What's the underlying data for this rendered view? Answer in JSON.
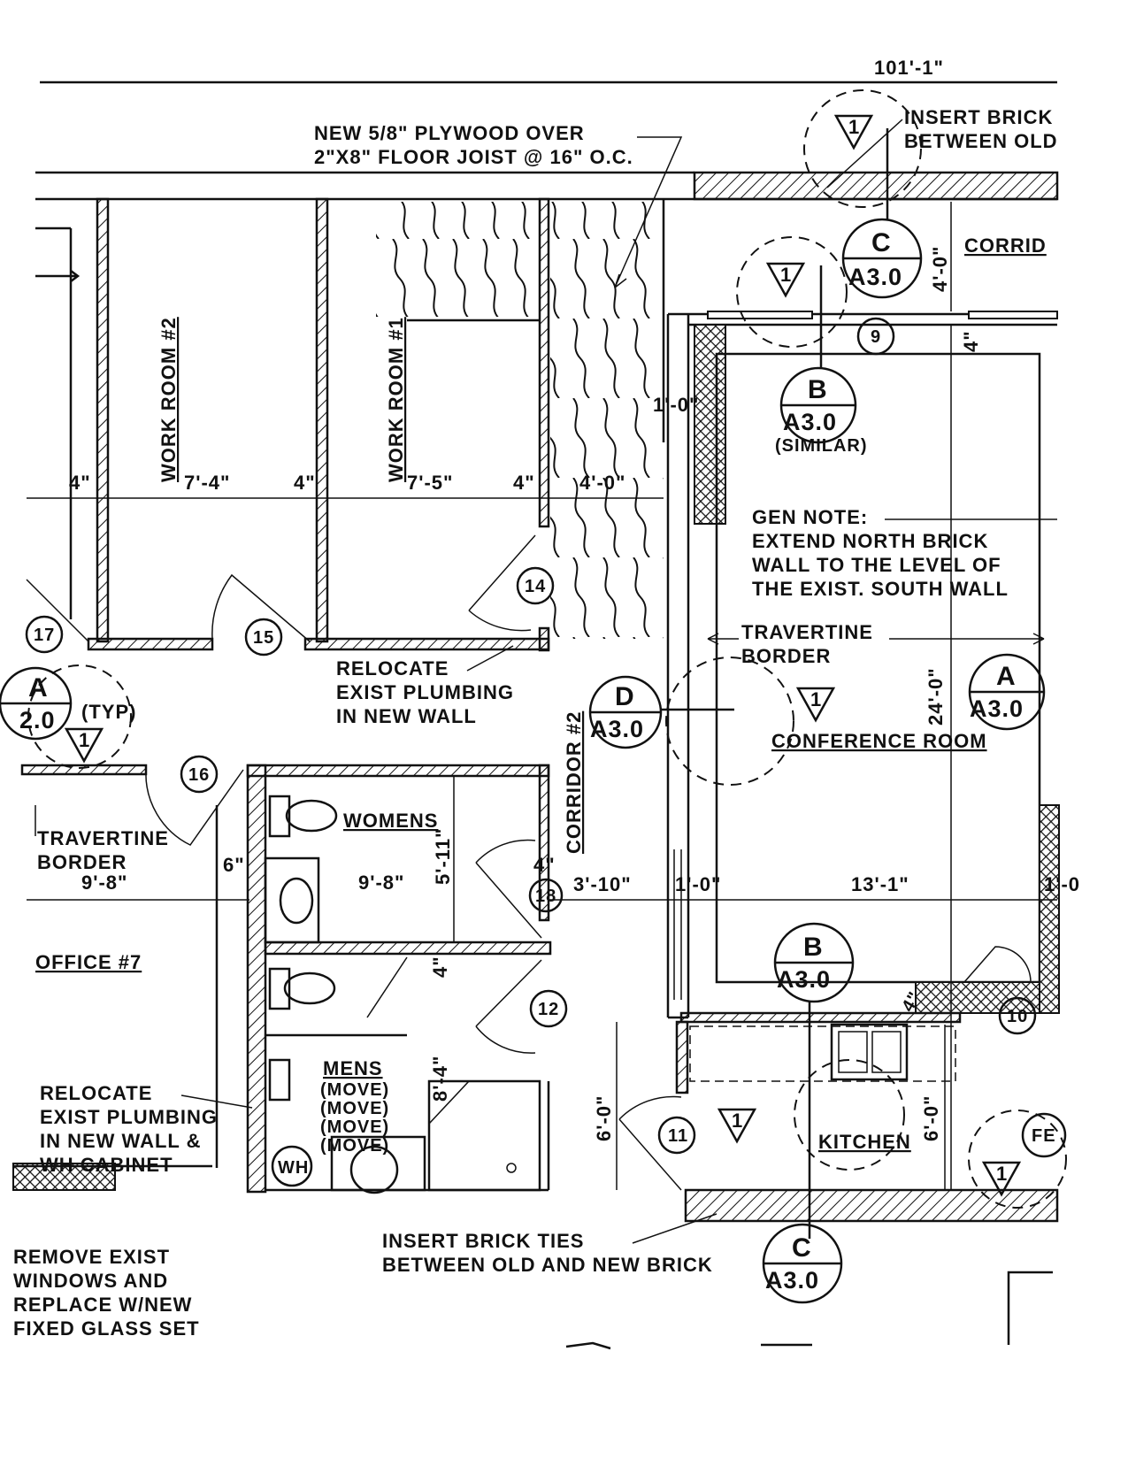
{
  "title_dimension": "101'-1\"",
  "notes": {
    "plywood": [
      "NEW 5/8\" PLYWOOD OVER",
      "2\"X8\" FLOOR JOIST @ 16\" O.C."
    ],
    "insert_brick_top": [
      "INSERT BRICK",
      "BETWEEN OLD"
    ],
    "gen_note": [
      "GEN NOTE:",
      "EXTEND NORTH BRICK",
      "WALL TO THE LEVEL OF",
      "THE EXIST. SOUTH WALL"
    ],
    "travertine_conf": [
      "TRAVERTINE",
      "BORDER"
    ],
    "travertine_office": [
      "TRAVERTINE",
      "BORDER"
    ],
    "relocate_1": [
      "RELOCATE",
      "EXIST PLUMBING",
      "IN NEW WALL"
    ],
    "relocate_2": [
      "RELOCATE",
      "EXIST PLUMBING",
      "IN NEW WALL &",
      "WH CABINET"
    ],
    "insert_brick_bottom": [
      "INSERT BRICK TIES",
      "BETWEEN OLD AND NEW BRICK"
    ],
    "remove_windows": [
      "REMOVE EXIST",
      "WINDOWS AND",
      "REPLACE W/NEW",
      "FIXED GLASS SET"
    ],
    "similar": "(SIMILAR)",
    "typ": "(TYP)",
    "move": [
      "(MOVE)",
      "(MOVE)",
      "(MOVE)",
      "(MOVE)"
    ],
    "wh": "WH"
  },
  "rooms": {
    "work_room_2": "WORK ROOM #2",
    "work_room_1": "WORK ROOM #1",
    "corridor_2": "CORRIDOR #2",
    "corridor": "CORRID",
    "conference": "CONFERENCE ROOM",
    "womens": "WOMENS",
    "mens": "MENS",
    "office_7": "OFFICE #7",
    "kitchen": "KITCHEN"
  },
  "dimensions": {
    "d_4a": "4\"",
    "d_7_4": "7'-4\"",
    "d_4b": "4\"",
    "d_7_5": "7'-5\"",
    "d_4c": "4\"",
    "d_4_0": "4'-0\"",
    "d_1_0_top": "1'-0\"",
    "d_4_0_v": "4'-0\"",
    "d_4_v": "4\"",
    "d_24_0": "24'-0\"",
    "d_6": "6\"",
    "d_9_8_office": "9'-8\"",
    "d_9_8": "9'-8\"",
    "d_5_11": "5'-11\"",
    "d_4_rest": "4\"",
    "d_8_4": "8'-4\"",
    "d_4_door": "4\"",
    "d_3_10": "3'-10\"",
    "d_1_0": "1'-0\"",
    "d_13_1": "13'-1\"",
    "d_1_0_right": "1'-0",
    "d_6_0_a": "6'-0\"",
    "d_6_0_b": "6'-0\"",
    "d_4_kitchen": "4\""
  },
  "section_markers": [
    {
      "letter": "C",
      "sheet": "A3.0"
    },
    {
      "letter": "B",
      "sheet": "A3.0"
    },
    {
      "letter": "D",
      "sheet": "A3.0"
    },
    {
      "letter": "A",
      "sheet": "A3.0"
    },
    {
      "letter": "B",
      "sheet": "A3.0"
    },
    {
      "letter": "C",
      "sheet": "A3.0"
    },
    {
      "letter": "A",
      "sheet": "2.0"
    }
  ],
  "door_tags": [
    "17",
    "15",
    "14",
    "16",
    "18",
    "12",
    "11",
    "10",
    "9",
    "FE"
  ],
  "revision_tags": [
    "1",
    "1",
    "1",
    "1",
    "1",
    "1"
  ]
}
